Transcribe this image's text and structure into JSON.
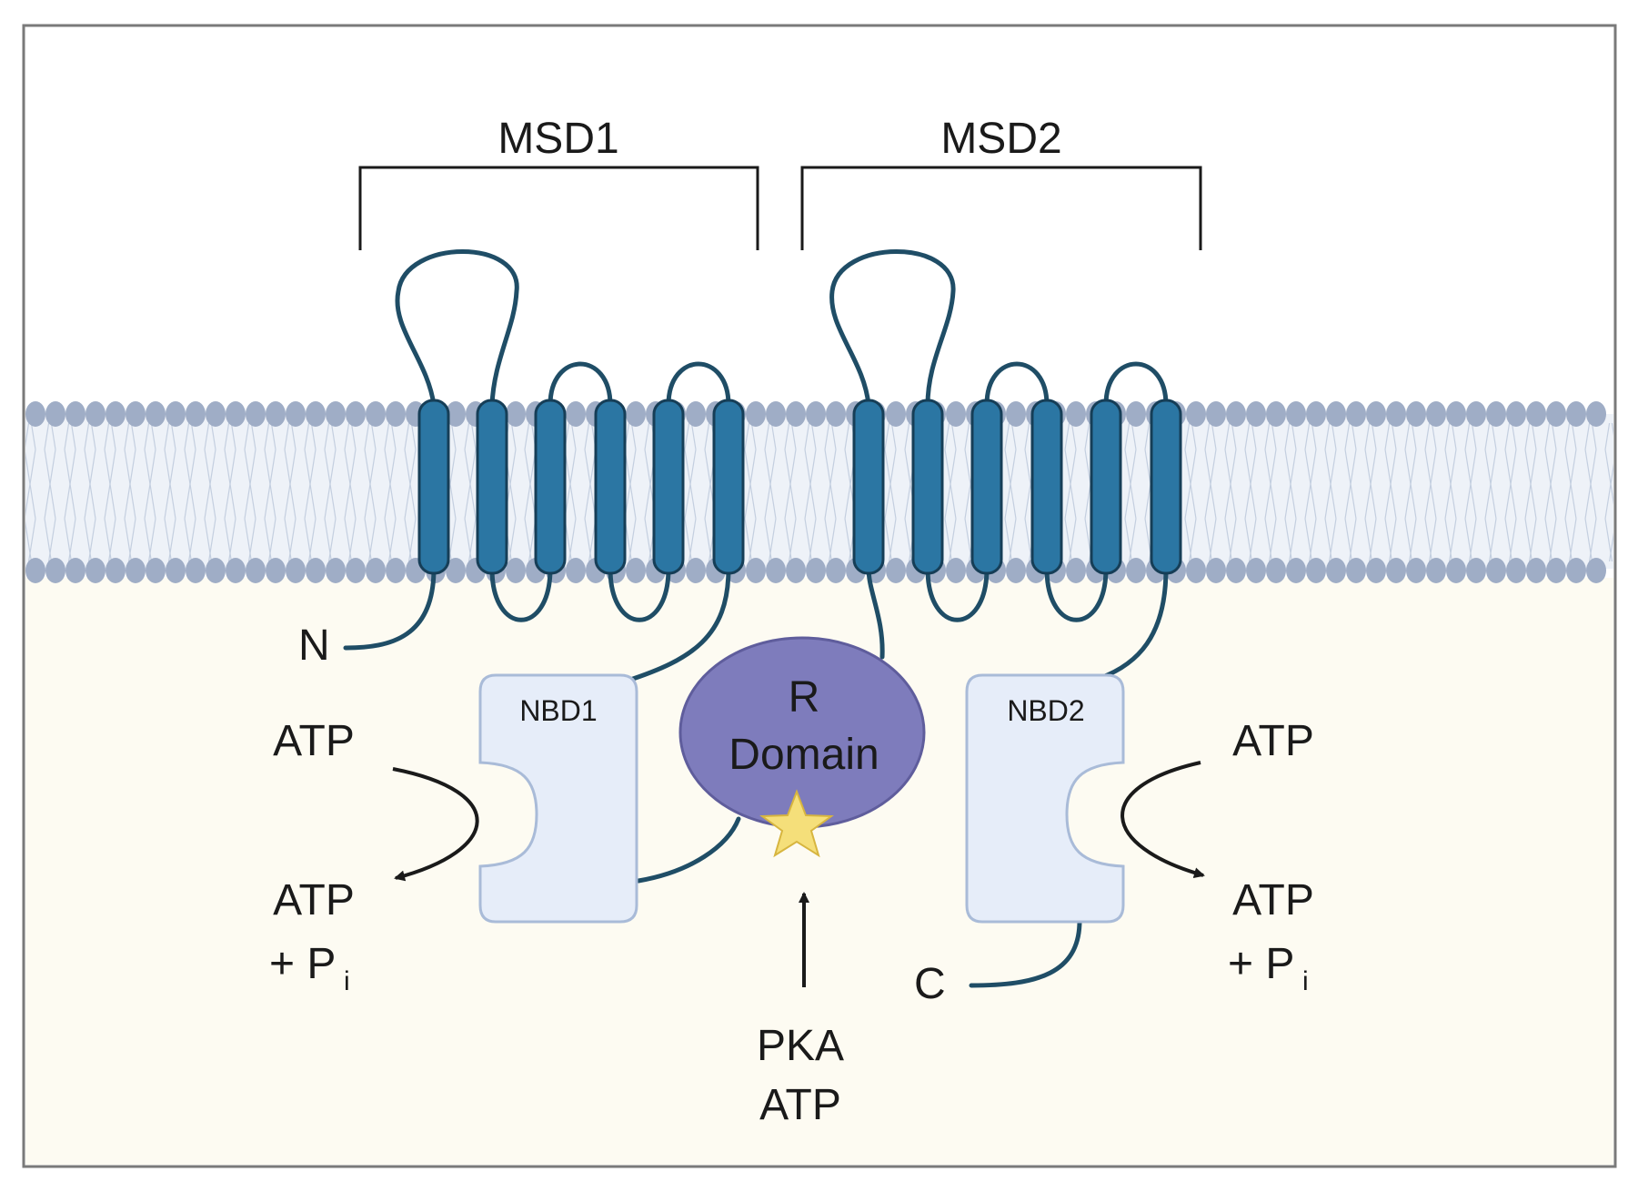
{
  "labels": {
    "msd1": "MSD1",
    "msd2": "MSD2",
    "n_terminus": "N",
    "c_terminus": "C",
    "nbd1": "NBD1",
    "nbd2": "NBD2",
    "r_domain_line1": "R",
    "r_domain_line2": "Domain",
    "left_atp": "ATP",
    "left_atp_product": "ATP",
    "left_plus_p": "+ P",
    "left_p_sub": "i",
    "right_atp": "ATP",
    "right_atp_product": "ATP",
    "right_plus_p": "+ P",
    "right_p_sub": "i",
    "pka": "PKA",
    "pka_atp": "ATP"
  },
  "colors": {
    "background_extracellular": "#ffffff",
    "background_cytoplasm": "#fdfbf2",
    "frame": "#7a7a7a",
    "membrane_head": "#9fadc6",
    "membrane_tail": "#c4cfe0",
    "membrane_inner": "#eef2f8",
    "helix_fill": "#2b76a3",
    "helix_stroke": "#163e57",
    "loop_stroke": "#1f4d66",
    "nbd_fill": "#e6edf9",
    "nbd_stroke": "#a9bbd8",
    "r_domain_fill": "#7e7cbc",
    "r_domain_stroke": "#5f5d9c",
    "star_fill": "#f5df7a",
    "star_stroke": "#d7b53f",
    "arrow": "#1a1a1a"
  },
  "icons": {
    "phosphorylation_site": "star-icon"
  }
}
